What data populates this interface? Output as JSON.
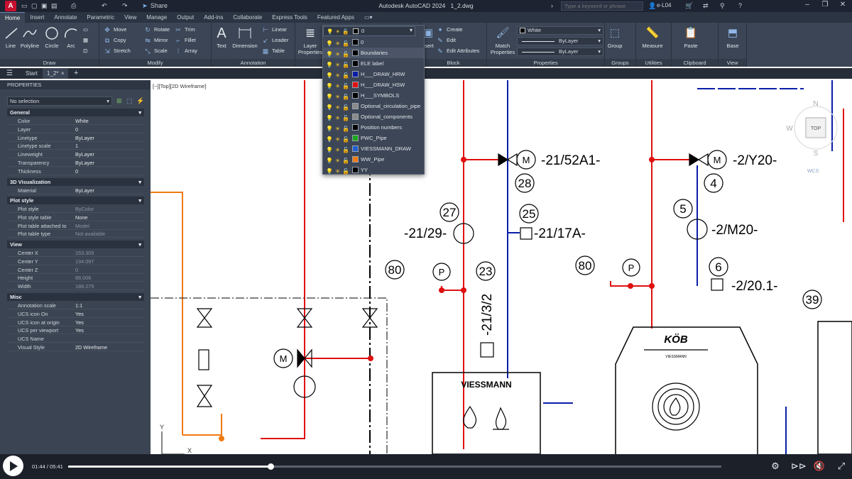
{
  "app": {
    "title": "Autodesk AutoCAD 2024",
    "file": "1_2.dwg",
    "app_letter": "A",
    "share": "Share",
    "search_placeholder": "Type a keyword or phrase",
    "user": "e-L04"
  },
  "ribbon_tabs": [
    "Home",
    "Insert",
    "Annotate",
    "Parametric",
    "View",
    "Manage",
    "Output",
    "Add-ins",
    "Collaborate",
    "Express Tools",
    "Featured Apps"
  ],
  "ribbon": {
    "draw": {
      "title": "Draw",
      "line": "Line",
      "polyline": "Polyline",
      "circle": "Circle",
      "arc": "Arc"
    },
    "modify": {
      "title": "Modify",
      "move": "Move",
      "rotate": "Rotate",
      "trim": "Trim",
      "copy": "Copy",
      "mirror": "Mirror",
      "fillet": "Fillet",
      "stretch": "Stretch",
      "scale": "Scale",
      "array": "Array"
    },
    "annotation": {
      "title": "Annotation",
      "text": "Text",
      "dimension": "Dimension",
      "linear": "Linear",
      "leader": "Leader",
      "table": "Table"
    },
    "layers": {
      "layer_properties": "Layer Properties",
      "current_layer": "0"
    },
    "block": {
      "title": "Block",
      "insert": "Insert",
      "create": "Create",
      "edit": "Edit",
      "edit_attributes": "Edit Attributes"
    },
    "properties": {
      "title": "Properties",
      "match": "Match Properties",
      "color": "White",
      "linetype": "ByLayer",
      "lineweight": "ByLayer"
    },
    "groups": {
      "title": "Groups",
      "group": "Group"
    },
    "utilities": {
      "title": "Utilities",
      "measure": "Measure"
    },
    "clipboard": {
      "title": "Clipboard",
      "paste": "Paste"
    },
    "view": {
      "title": "View",
      "base": "Base"
    }
  },
  "doc_tabs": {
    "start": "Start",
    "current": "1_2*"
  },
  "layer_dropdown": [
    {
      "name": "0",
      "color": "#000000"
    },
    {
      "name": "Boundaries",
      "color": "#000000"
    },
    {
      "name": "ELE label",
      "color": "#000000"
    },
    {
      "name": "H___DRAW_HRW",
      "color": "#0a1ea8"
    },
    {
      "name": "H___DRAW_HSW",
      "color": "#e01010"
    },
    {
      "name": "H___SYMBOLS",
      "color": "#000000"
    },
    {
      "name": "Optional_circulation_pipe",
      "color": "#8a8a8a"
    },
    {
      "name": "Optional_components",
      "color": "#8a8a8a"
    },
    {
      "name": "Position numbers",
      "color": "#000000"
    },
    {
      "name": "PWC_Pipe",
      "color": "#18a818"
    },
    {
      "name": "VIESSMANN_DRAW",
      "color": "#2060d0"
    },
    {
      "name": "WW_Pipe",
      "color": "#f07a10"
    },
    {
      "name": "YY",
      "color": "#000000"
    }
  ],
  "properties_panel": {
    "title": "PROPERTIES",
    "selection": "No selection",
    "general": {
      "title": "General",
      "rows": [
        [
          "Color",
          "White"
        ],
        [
          "Layer",
          "0"
        ],
        [
          "Linetype",
          "ByLayer"
        ],
        [
          "Linetype scale",
          "1"
        ],
        [
          "Lineweight",
          "ByLayer"
        ],
        [
          "Transparency",
          "ByLayer"
        ],
        [
          "Thickness",
          "0"
        ]
      ]
    },
    "viz": {
      "title": "3D Visualization",
      "rows": [
        [
          "Material",
          "ByLayer"
        ]
      ]
    },
    "plot": {
      "title": "Plot style",
      "rows": [
        [
          "Plot style",
          "ByColor"
        ],
        [
          "Plot style table",
          "None"
        ],
        [
          "Plot table attached to",
          "Model"
        ],
        [
          "Plot table type",
          "Not available"
        ]
      ]
    },
    "view": {
      "title": "View",
      "rows": [
        [
          "Center X",
          "153.305"
        ],
        [
          "Center Y",
          "134.097"
        ],
        [
          "Center Z",
          "0"
        ],
        [
          "Height",
          "88.006"
        ],
        [
          "Width",
          "188.275"
        ]
      ]
    },
    "misc": {
      "title": "Misc",
      "rows": [
        [
          "Annotation scale",
          "1:1"
        ],
        [
          "UCS icon On",
          "Yes"
        ],
        [
          "UCS icon at origin",
          "Yes"
        ],
        [
          "UCS per viewport",
          "Yes"
        ],
        [
          "UCS Name",
          ""
        ],
        [
          "Visual Style",
          "2D Wireframe"
        ]
      ]
    }
  },
  "viewport": {
    "label": "[−][Top][2D Wireframe]",
    "viewcube_top": "TOP",
    "n": "N",
    "s": "S",
    "w": "W",
    "wcs": "WCS",
    "ucs_y": "Y",
    "ucs_x": "X"
  },
  "drawing": {
    "labels": {
      "l1": "-21/52A1-",
      "l2": "-2/Y20-",
      "l3": "-21/29-",
      "l4": "-21/17A-",
      "l5": "-2/M20-",
      "l6": "-2/20.1-",
      "l7": "-21/3/2"
    },
    "bubbles": {
      "b28": "28",
      "b27": "27",
      "b25": "25",
      "b80a": "80",
      "b23": "23",
      "b4": "4",
      "b5": "5",
      "b80b": "80",
      "b6": "6",
      "b39": "39"
    },
    "pump_m": "M",
    "pump_p": "P",
    "brand": "VIESSMANN",
    "brand2": "KÖB",
    "brand_small": "VIESSMANN"
  },
  "player": {
    "time": "01:44 / 05:41",
    "progress": 0.31
  }
}
